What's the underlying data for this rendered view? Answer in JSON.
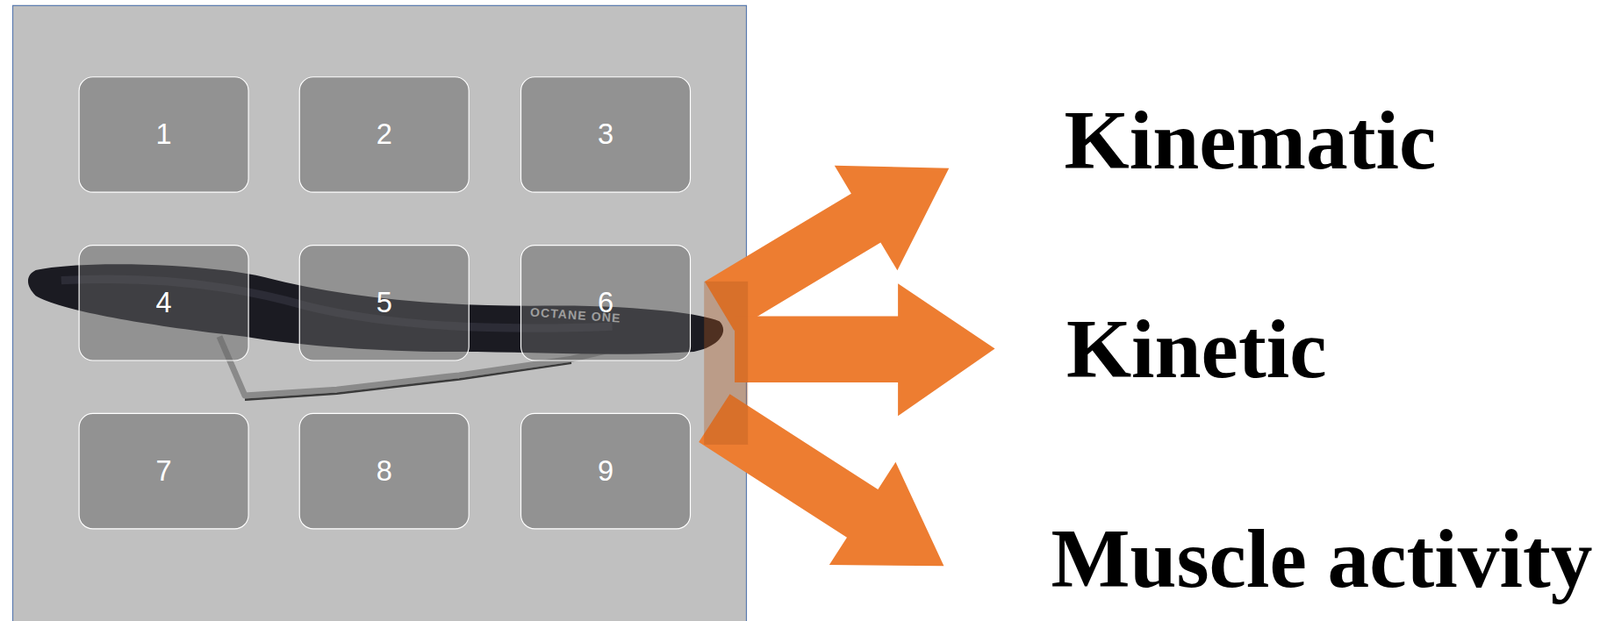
{
  "diagram": {
    "nodes": [
      {
        "text": [
          "1"
        ]
      },
      {
        "text": [
          "2"
        ]
      },
      {
        "text": [
          "3"
        ]
      },
      {
        "text": [
          "4"
        ]
      },
      {
        "text": [
          "5"
        ]
      },
      {
        "text": [
          "6"
        ]
      },
      {
        "text": [
          "7"
        ]
      },
      {
        "text": [
          "8"
        ]
      },
      {
        "text": [
          "9"
        ]
      }
    ],
    "labels": [
      "Kinematic",
      "Kinetic",
      "Muscle activity",
      "OCTANE ONE"
    ]
  }
}
